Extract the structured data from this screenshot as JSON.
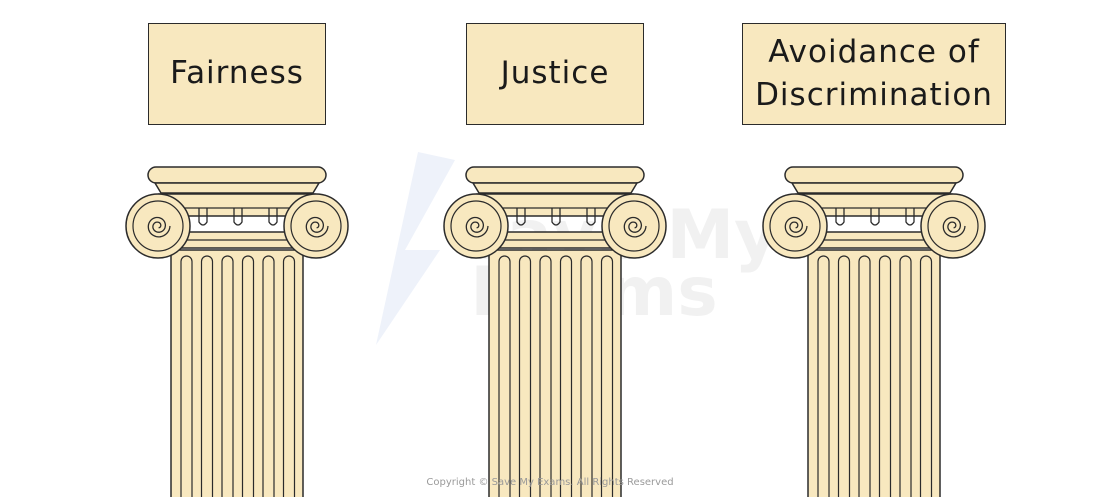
{
  "pillars": [
    {
      "label": "Fairness"
    },
    {
      "label": "Justice"
    },
    {
      "label": "Avoidance of\nDiscrimination"
    }
  ],
  "watermark": {
    "line1": "Save My",
    "line2": "Exams"
  },
  "copyright": "Copyright © Save My Exams. All Rights Reserved",
  "colors": {
    "stone": "#f8e8bf",
    "stroke": "#2b2b2b",
    "watermark": "#e4e9f3"
  }
}
